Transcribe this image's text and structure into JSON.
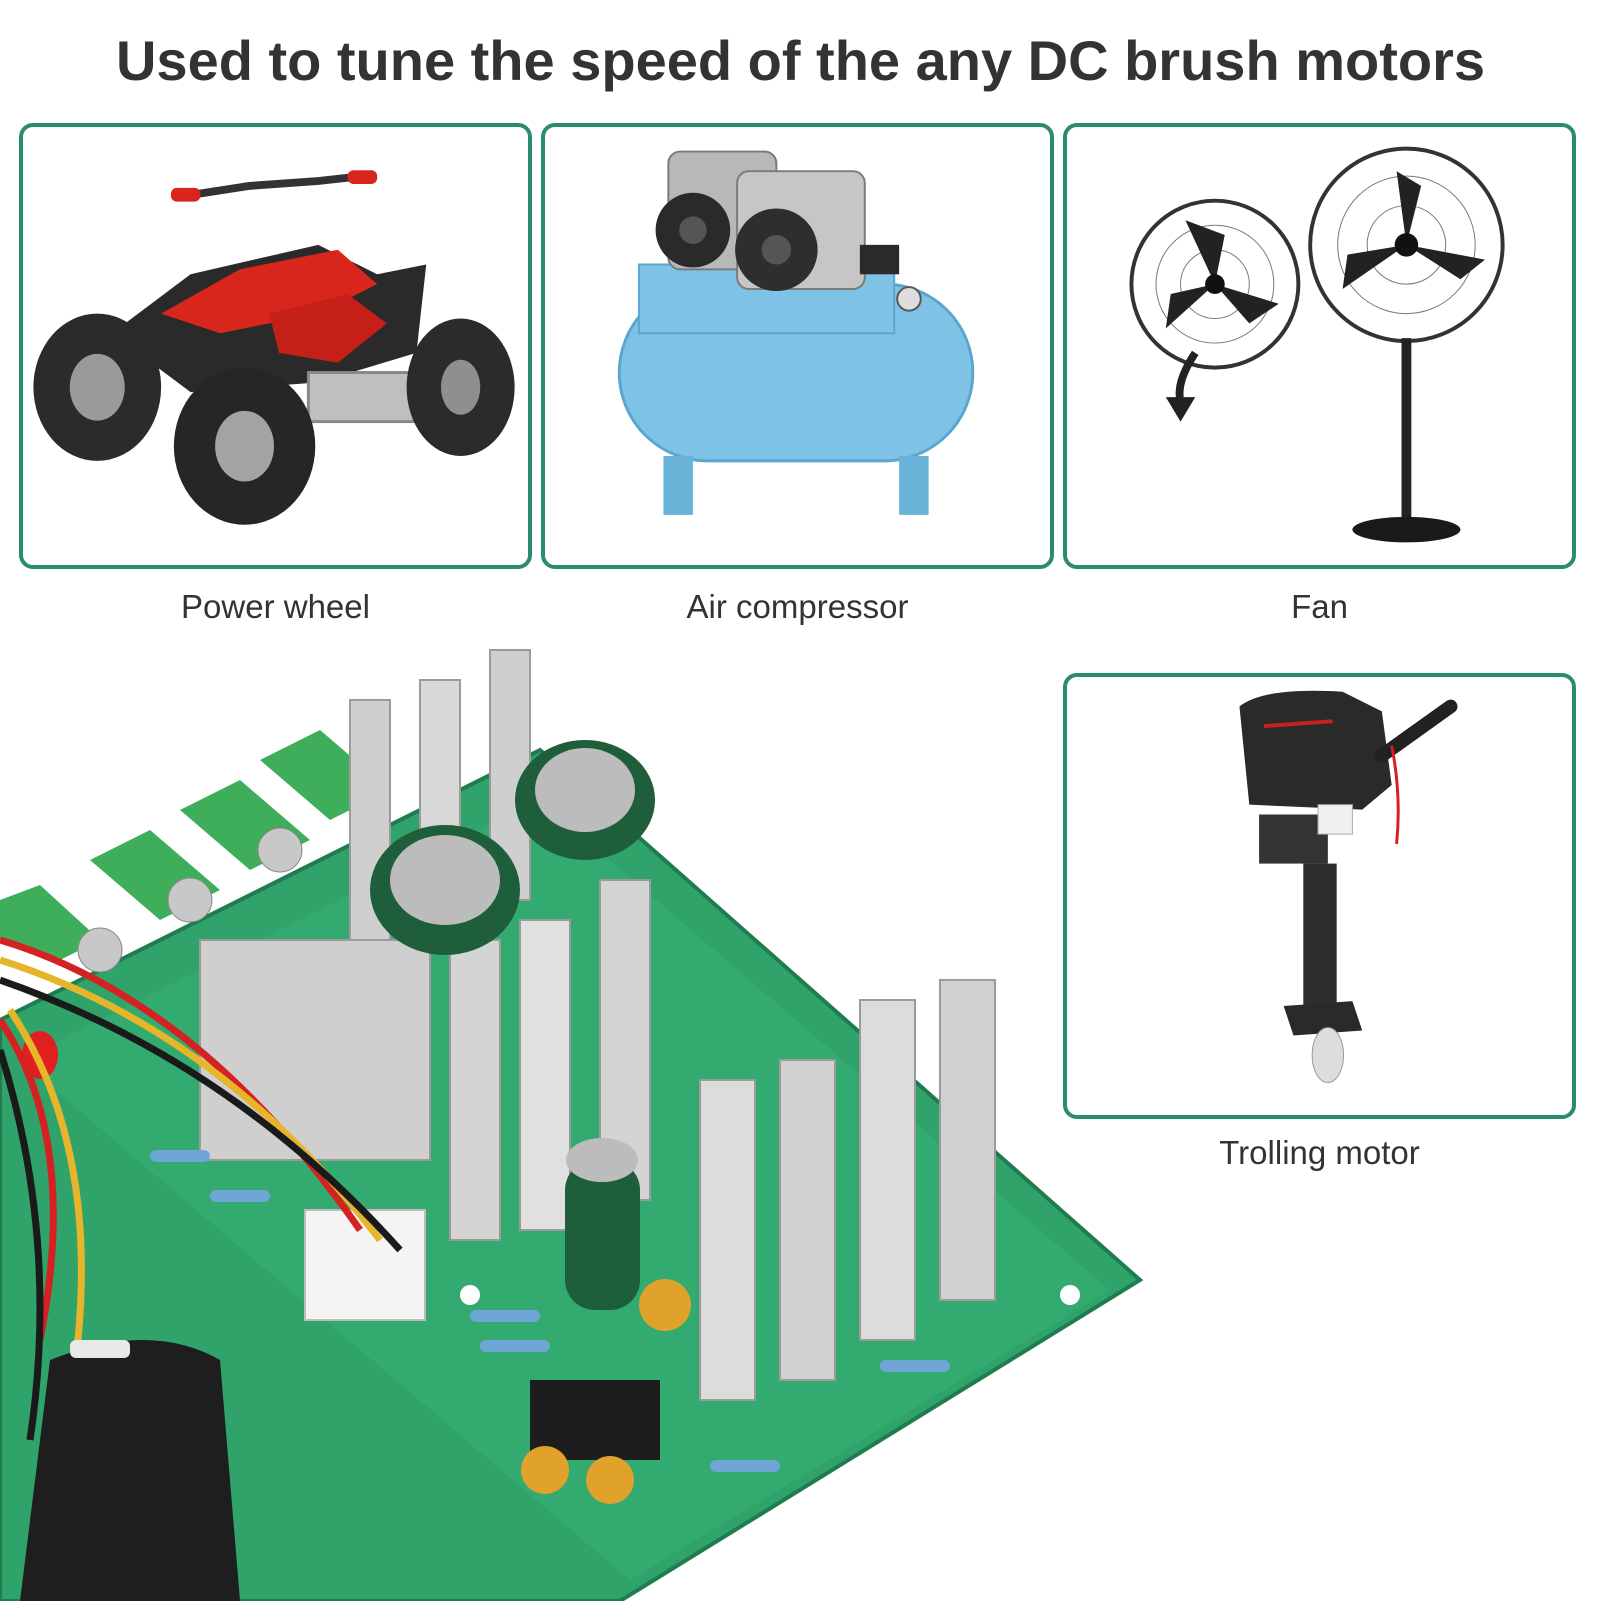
{
  "header": {
    "title": "Used to tune the speed of the any DC brush motors"
  },
  "applications": [
    {
      "label": "Power wheel",
      "icon": "atv-image"
    },
    {
      "label": "Air compressor",
      "icon": "air-compressor-image"
    },
    {
      "label": "Fan",
      "icon": "fan-image"
    },
    {
      "label": "Trolling motor",
      "icon": "outboard-motor-image"
    }
  ],
  "product": {
    "icon": "pwm-motor-speed-controller-board-image"
  },
  "colors": {
    "card_border": "#2b8a72",
    "text": "#333333",
    "pcb": "#2fa36a"
  }
}
